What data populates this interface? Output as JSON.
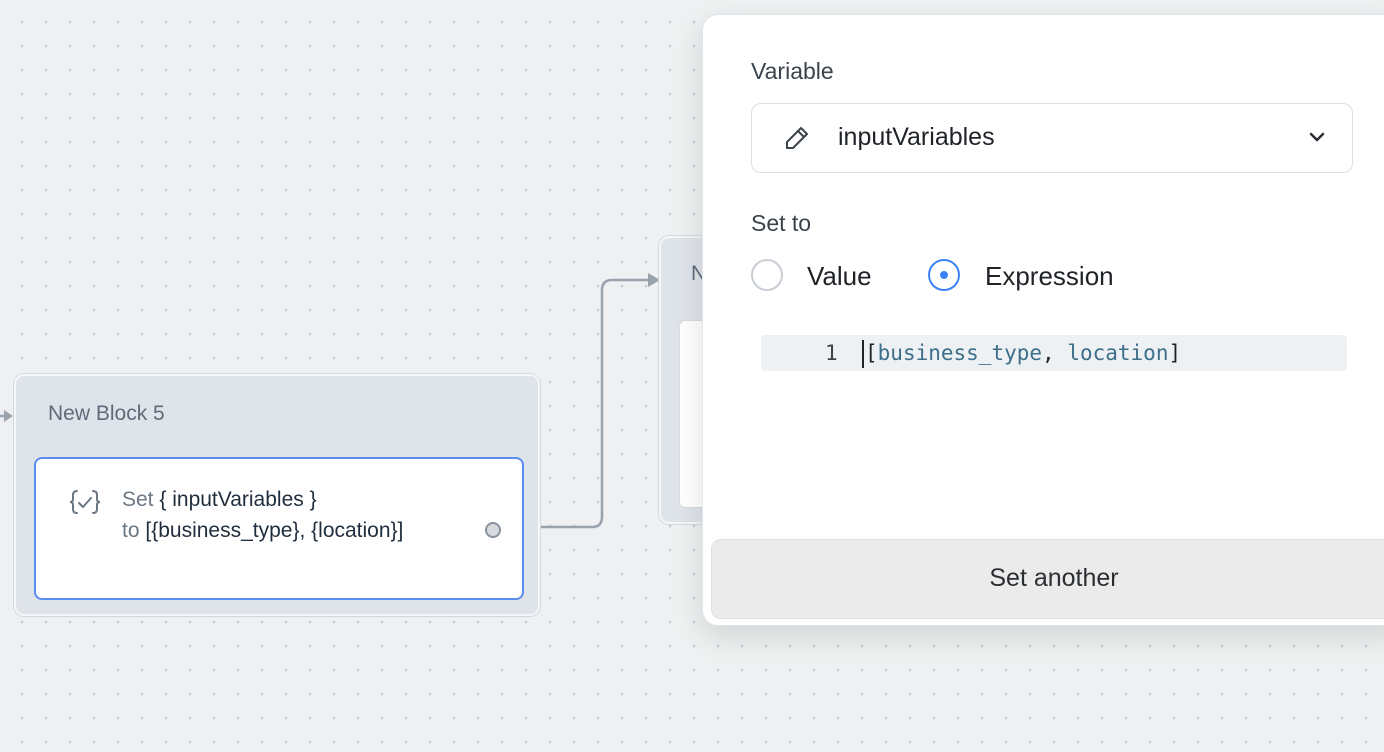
{
  "canvas": {
    "blocks": [
      {
        "title": "New Block 5",
        "set_keyword": "Set",
        "variable": "{ inputVariables }",
        "to_keyword": "to",
        "expression": "[{business_type}, {location}]"
      },
      {
        "title": "N"
      }
    ]
  },
  "panel": {
    "variable_label": "Variable",
    "variable_value": "inputVariables",
    "set_to_label": "Set to",
    "options": [
      {
        "label": "Value",
        "selected": false
      },
      {
        "label": "Expression",
        "selected": true
      }
    ],
    "editor": {
      "line_number": "1",
      "open": "[",
      "token1": "business_type",
      "comma": ", ",
      "token2": "location",
      "close": "]"
    },
    "set_another_label": "Set another"
  },
  "colors": {
    "accent": "#3b82f6",
    "card_border": "#5b8def",
    "block_bg": "#dfe3ea",
    "code_identifier": "#3d6e8a"
  },
  "icons": {
    "card": "variable-braces-icon",
    "select": "pencil-icon",
    "chevron": "chevron-down-icon"
  }
}
